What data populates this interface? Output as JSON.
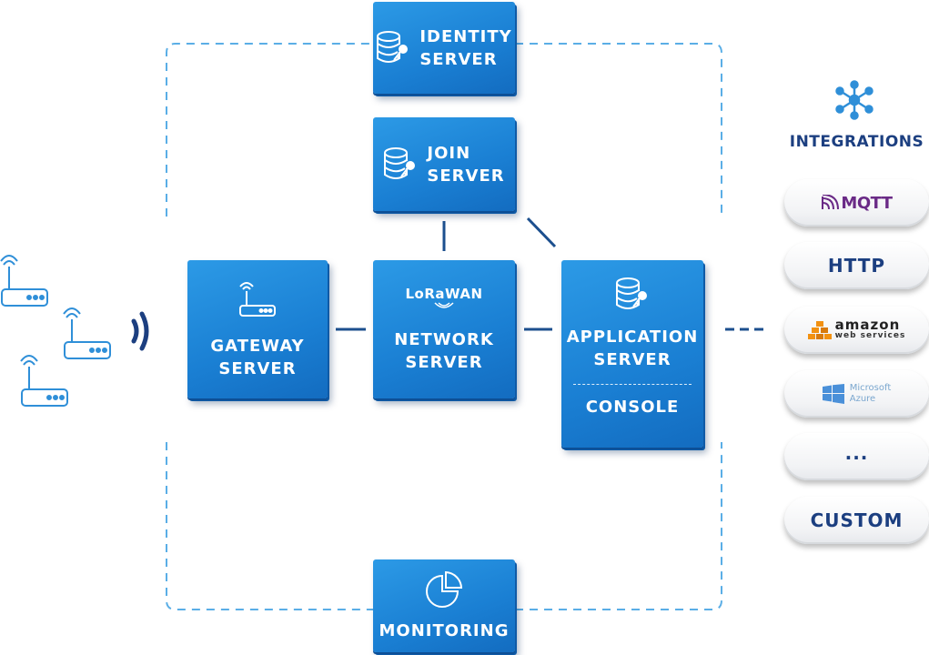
{
  "servers": {
    "identity": {
      "line1": "IDENTITY",
      "line2": "SERVER"
    },
    "join": {
      "line1": "JOIN",
      "line2": "SERVER"
    },
    "gateway": {
      "line1": "GATEWAY",
      "line2": "SERVER"
    },
    "network": {
      "logo": "LoRaWAN",
      "line1": "NETWORK",
      "line2": "SERVER"
    },
    "application": {
      "line1": "APPLICATION",
      "line2": "SERVER",
      "console": "CONSOLE"
    },
    "monitoring": {
      "label": "MONITORING"
    }
  },
  "integrations": {
    "title": "INTEGRATIONS",
    "items": {
      "mqtt": "MQTT",
      "http": "HTTP",
      "amazon": "amazon",
      "aws": "web services",
      "azure_line1": "Microsoft",
      "azure_line2": "Azure",
      "more": "...",
      "custom": "CUSTOM"
    }
  },
  "colors": {
    "box_blue": "#1a7fd3",
    "connector": "#1c4f8e",
    "dashed": "#5aaee6",
    "title_navy": "#1c3f80",
    "device_blue": "#2f8fd8"
  },
  "icons": [
    "database-key-icon",
    "router-icon",
    "lorawan-logo",
    "pie-chart-icon",
    "integrations-hub-icon",
    "wireless-signal-icon"
  ]
}
